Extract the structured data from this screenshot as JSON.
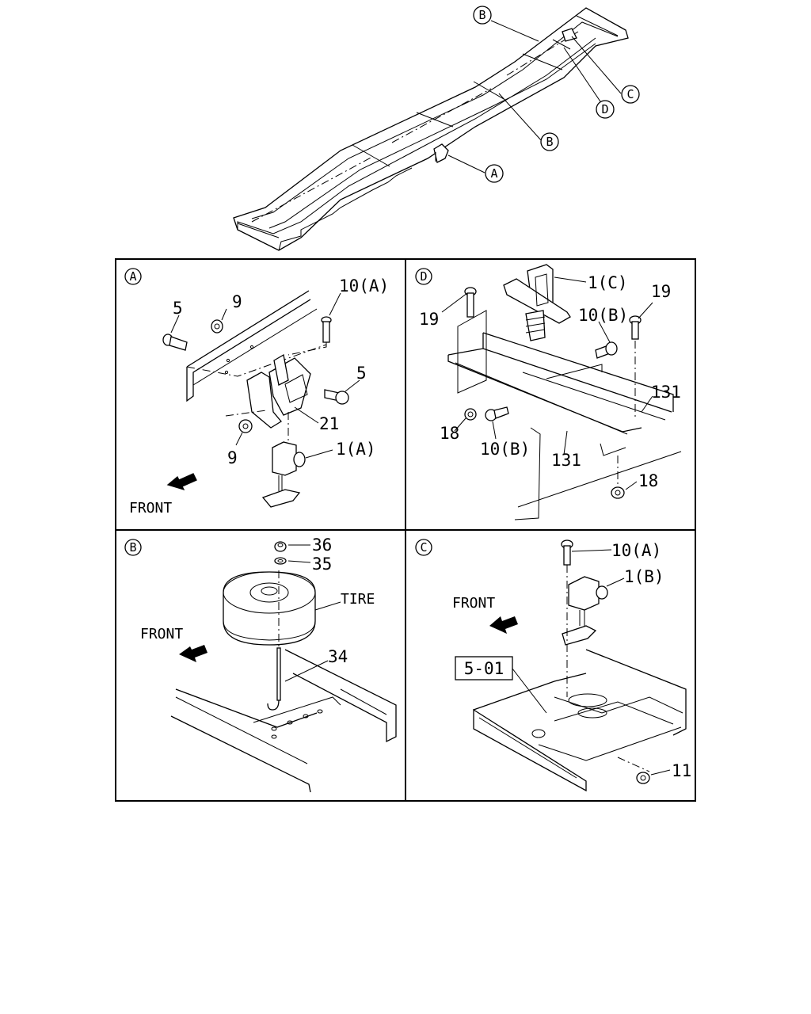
{
  "overview": {
    "callouts": [
      "B",
      "C",
      "D",
      "B",
      "A"
    ]
  },
  "panels": {
    "A": {
      "tag": "A",
      "labels": [
        "10(A)",
        "9",
        "5",
        "5",
        "21",
        "9",
        "1(A)",
        "FRONT"
      ]
    },
    "D": {
      "tag": "D",
      "labels": [
        "1(C)",
        "19",
        "19",
        "10(B)",
        "131",
        "18",
        "10(B)",
        "131",
        "18"
      ]
    },
    "B": {
      "tag": "B",
      "labels": [
        "36",
        "35",
        "TIRE",
        "FRONT",
        "34"
      ]
    },
    "C": {
      "tag": "C",
      "labels": [
        "10(A)",
        "1(B)",
        "FRONT",
        "5-01",
        "11"
      ]
    }
  }
}
